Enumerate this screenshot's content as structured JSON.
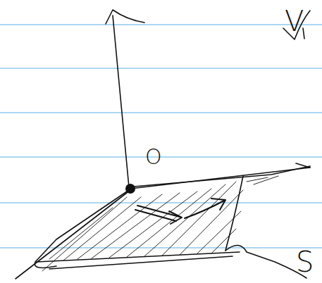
{
  "diagram": {
    "labels": [
      "O",
      "S",
      "V"
    ]
  }
}
